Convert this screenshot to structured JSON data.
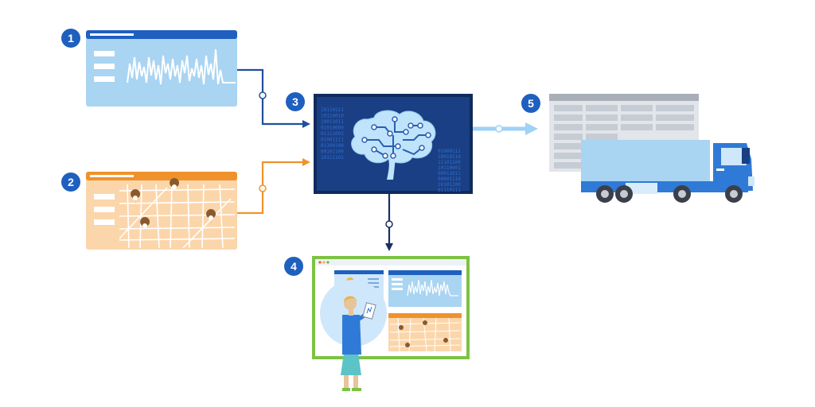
{
  "steps": [
    {
      "number": "1"
    },
    {
      "number": "2"
    },
    {
      "number": "3"
    },
    {
      "number": "4"
    },
    {
      "number": "5"
    }
  ],
  "binary_left": [
    "10110111",
    "10110010",
    "10011011",
    "01010000",
    "01111001",
    "01001111",
    "01100100",
    "00101100",
    "10111101"
  ],
  "binary_right": [
    "01000111",
    "10010110",
    "11101100",
    "10110001",
    "00011011",
    "00001110",
    "10101100",
    "01110111"
  ],
  "colors": {
    "badge": "#1f5fbf",
    "sensor_panel": "#a9d4f2",
    "sensor_header": "#1f5fbf",
    "map_panel": "#fbd6ab",
    "map_header": "#f0922b",
    "ai_screen": "#1a3f84",
    "dashboard_border": "#7dc243",
    "truck_cab": "#2f7ad6"
  },
  "icons": [
    "waveform-icon",
    "map-pin-icon",
    "brain-circuit-icon",
    "person-icon",
    "truck-icon",
    "spreadsheet-icon"
  ]
}
